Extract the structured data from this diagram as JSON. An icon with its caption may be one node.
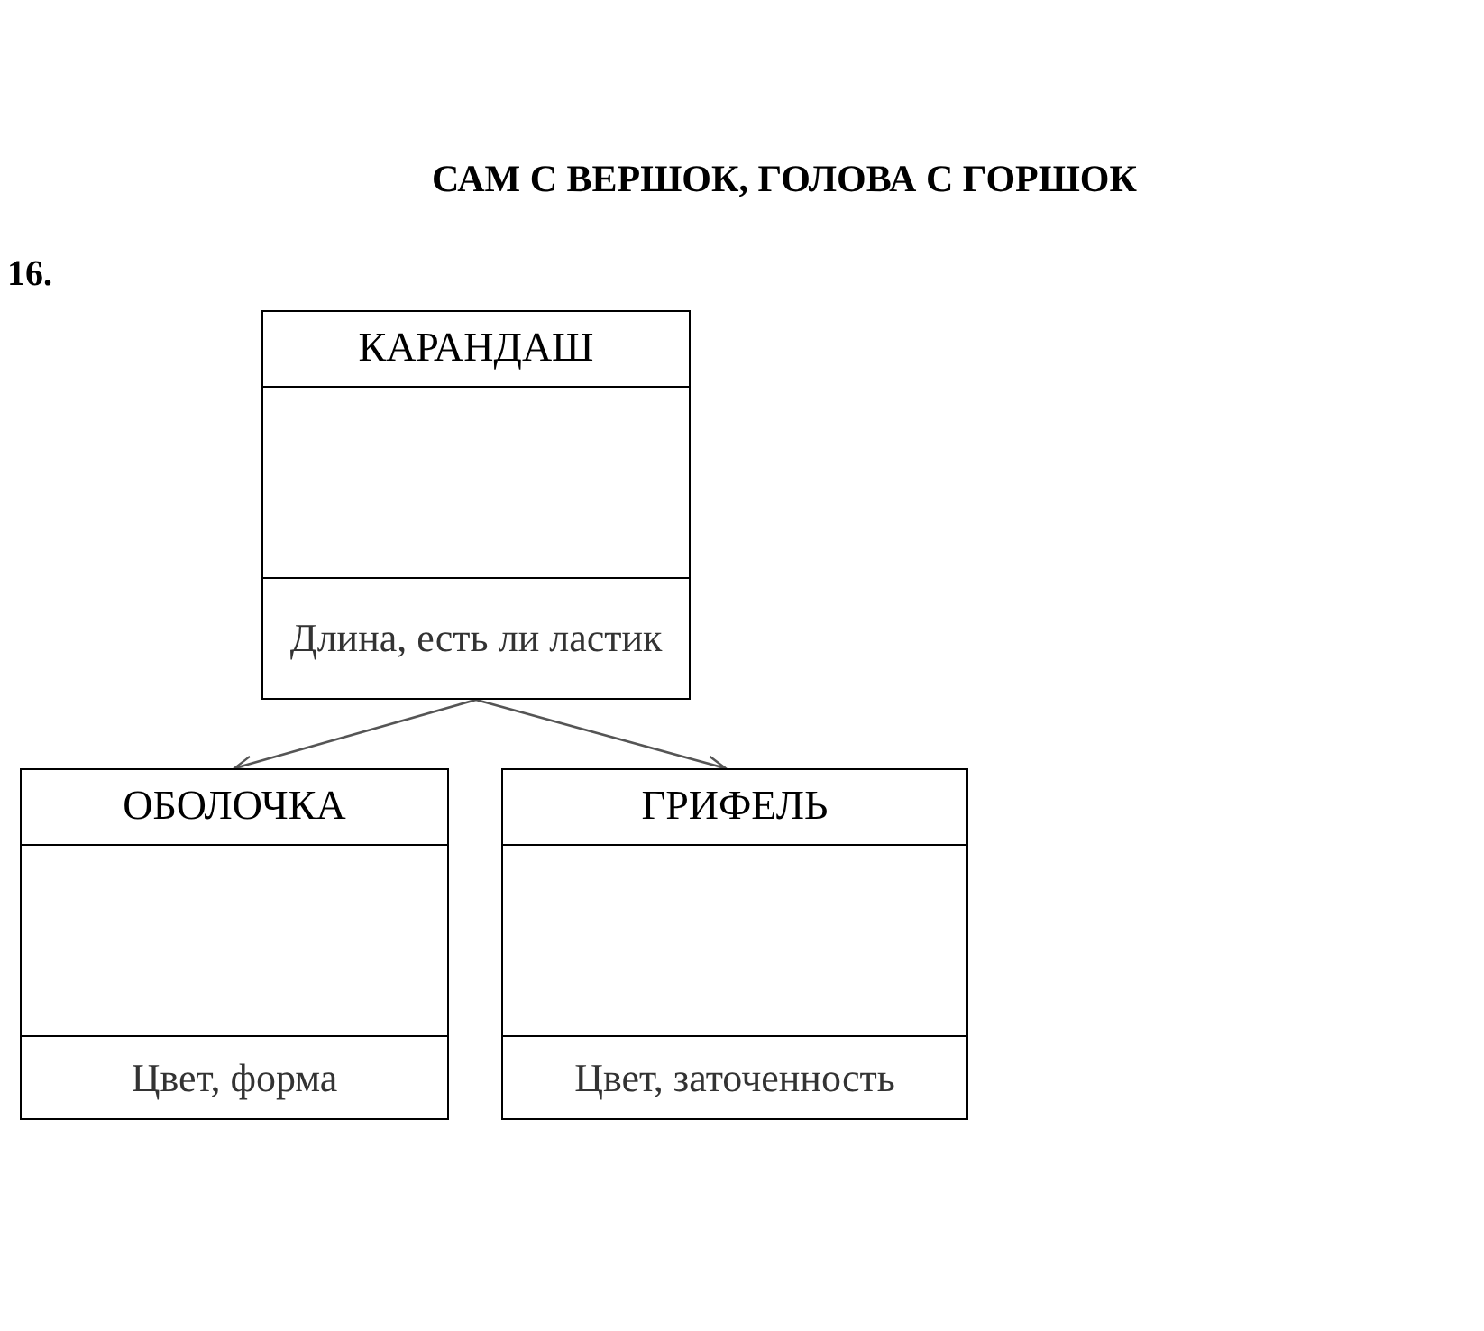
{
  "diagram": {
    "title": "САМ С ВЕРШОК, ГОЛОВА С ГОРШОК",
    "nodes": [
      {
        "text": [
          "КАРАНДАШ",
          "Длина, есть ли ластик"
        ]
      },
      {
        "text": [
          "ОБОЛОЧКА",
          "Цвет, форма"
        ]
      },
      {
        "text": [
          "ГРИФЕЛЬ",
          "Цвет, заточенность"
        ]
      }
    ],
    "edges": [
      {
        "from": 0,
        "to": 1,
        "arrow": "to"
      },
      {
        "from": 0,
        "to": 2,
        "arrow": "to"
      }
    ],
    "labels": [
      "16."
    ]
  }
}
